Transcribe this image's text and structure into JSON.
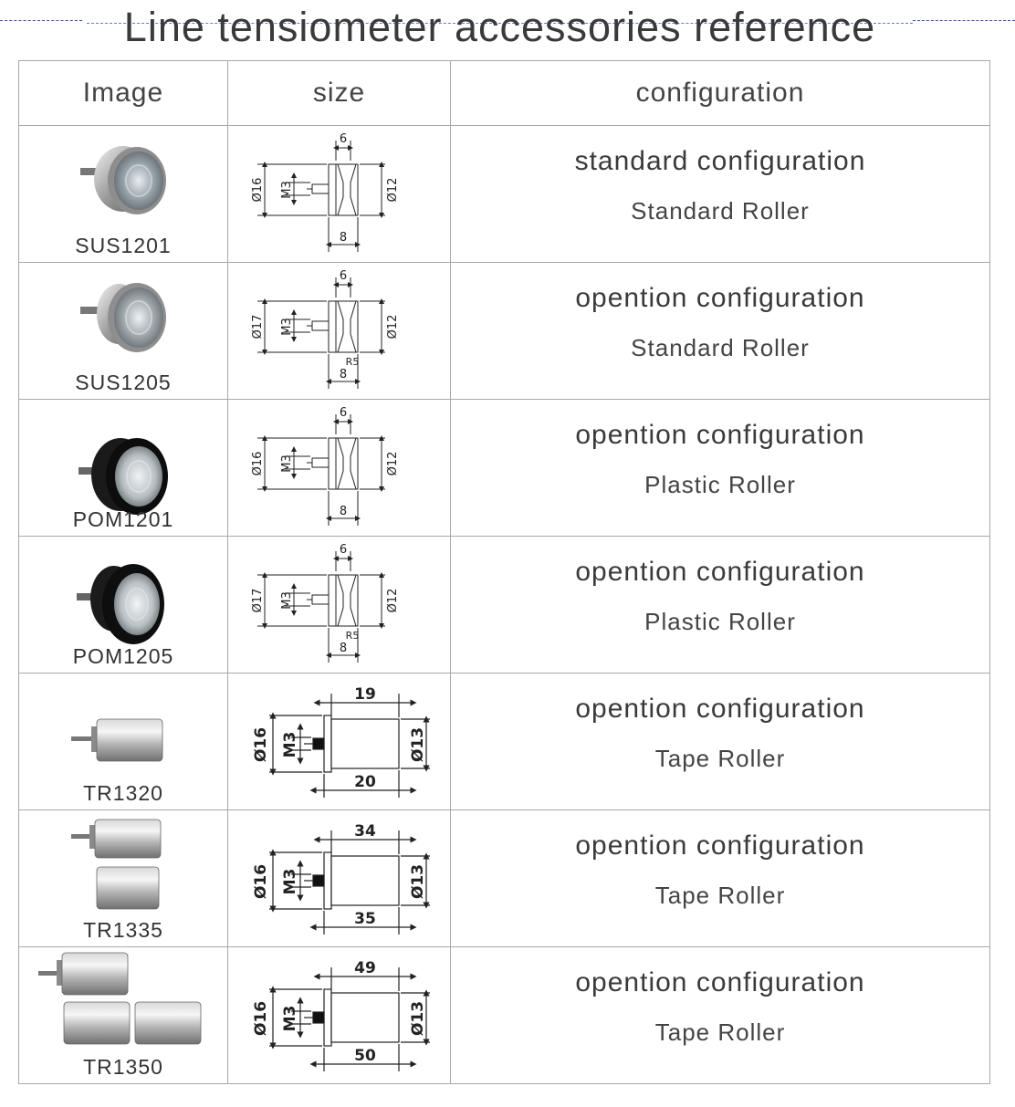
{
  "title": "Line tensiometer accessories reference",
  "headers": {
    "image": "Image",
    "size": "size",
    "configuration": "configuration"
  },
  "rows": [
    {
      "model": "SUS1201",
      "config": "standard configuration",
      "roller": "Standard Roller",
      "drawing": {
        "kind": "v",
        "top": "6",
        "outer": "Ø16",
        "thread": "M3",
        "inner": "Ø12",
        "bottom": "8"
      }
    },
    {
      "model": "SUS1205",
      "config": "opention configuration",
      "roller": "Standard Roller",
      "drawing": {
        "kind": "r",
        "top": "6",
        "outer": "Ø17",
        "thread": "M3",
        "inner": "Ø12",
        "bottom": "8",
        "radius": "R5"
      }
    },
    {
      "model": "POM1201",
      "config": "opention configuration",
      "roller": "Plastic Roller",
      "drawing": {
        "kind": "v",
        "top": "6",
        "outer": "Ø16",
        "thread": "M3",
        "inner": "Ø12",
        "bottom": "8"
      }
    },
    {
      "model": "POM1205",
      "config": "opention configuration",
      "roller": "Plastic Roller",
      "drawing": {
        "kind": "r",
        "top": "6",
        "outer": "Ø17",
        "thread": "M3",
        "inner": "Ø12",
        "bottom": "8",
        "radius": "R5"
      }
    },
    {
      "model": "TR1320",
      "config": "opention configuration",
      "roller": "Tape Roller",
      "drawing": {
        "kind": "tape",
        "top": "19",
        "outer": "Ø16",
        "thread": "M3",
        "inner": "Ø13",
        "bottom": "20"
      }
    },
    {
      "model": "TR1335",
      "config": "opention configuration",
      "roller": "Tape Roller",
      "drawing": {
        "kind": "tape",
        "top": "34",
        "outer": "Ø16",
        "thread": "M3",
        "inner": "Ø13",
        "bottom": "35"
      }
    },
    {
      "model": "TR1350",
      "config": "opention configuration",
      "roller": "Tape Roller",
      "drawing": {
        "kind": "tape",
        "top": "49",
        "outer": "Ø16",
        "thread": "M3",
        "inner": "Ø13",
        "bottom": "50"
      }
    }
  ],
  "colors": {
    "accent_dash": "#3a52b6",
    "grid": "#a8a8a8",
    "text": "#3a3a3a",
    "black_roller": "#111111",
    "steel": "#c9c9c9"
  },
  "photos": [
    "steel-v-roller",
    "steel-r-roller",
    "black-v-roller",
    "black-r-roller",
    "tape-roller-1",
    "tape-roller-2",
    "tape-roller-3"
  ]
}
